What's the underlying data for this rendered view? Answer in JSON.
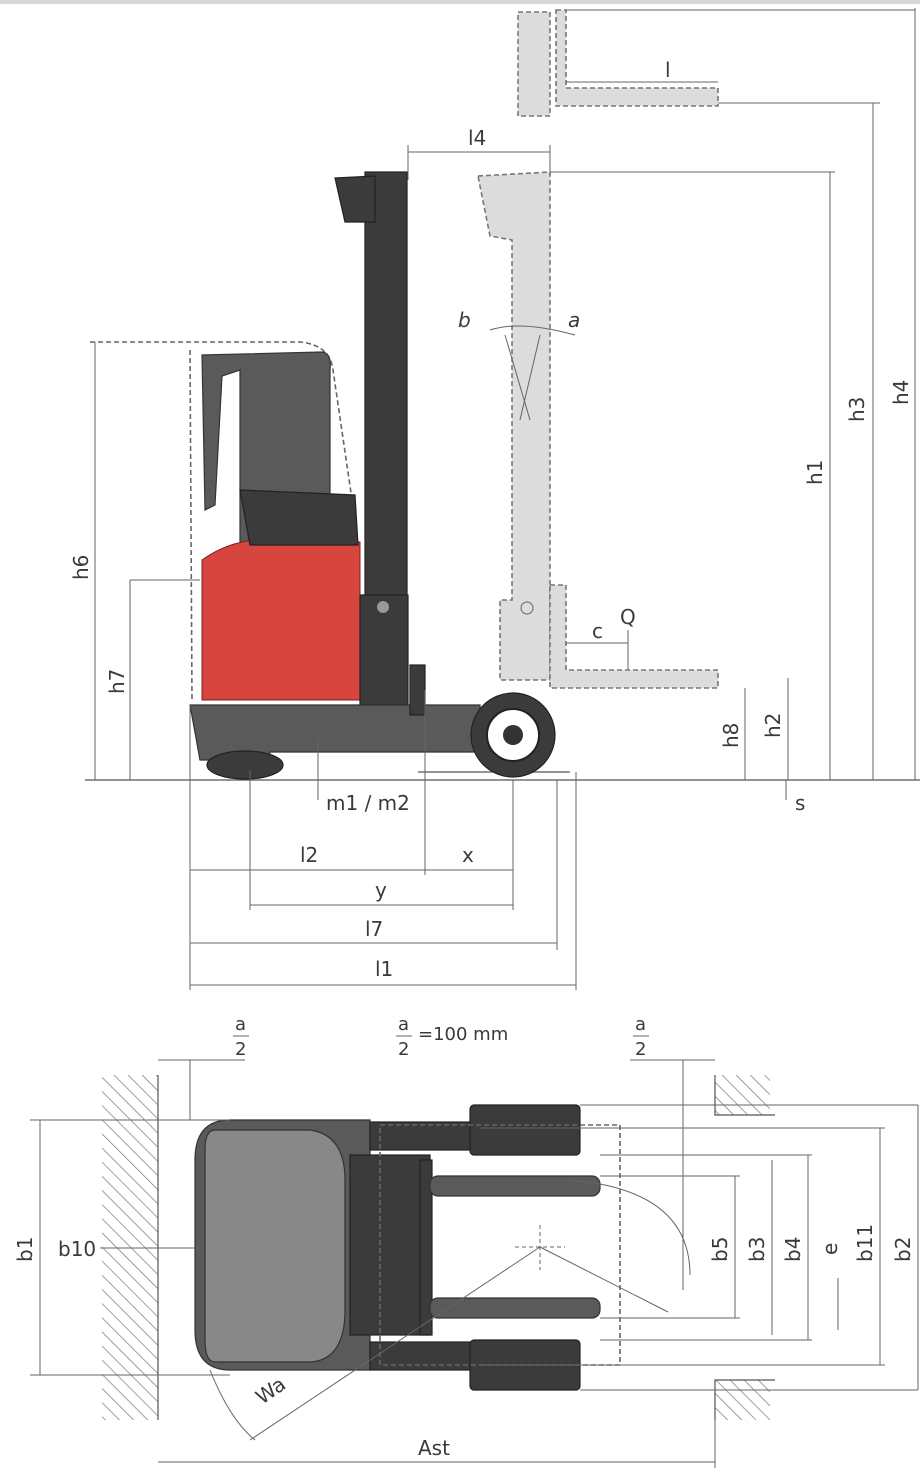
{
  "labels": {
    "l": "l",
    "l4": "l4",
    "b": "b",
    "a_angle": "a",
    "h6": "h6",
    "h7": "h7",
    "h1": "h1",
    "h3": "h3",
    "h4": "h4",
    "h8": "h8",
    "h2": "h2",
    "c": "c",
    "Q": "Q",
    "s": "s",
    "m1m2": "m1 / m2",
    "l2": "l2",
    "x": "x",
    "y": "y",
    "l7": "l7",
    "l1": "l1",
    "a_num": "a",
    "two": "2",
    "a_note": "=100  mm",
    "b1": "b1",
    "b10": "b10",
    "b5": "b5",
    "b3": "b3",
    "b4": "b4",
    "e": "e",
    "b11": "b11",
    "b2": "b2",
    "Wa": "Wa",
    "Ast": "Ast"
  },
  "colors": {
    "chassis_red": "#d6463f",
    "chassis_gray": "#5a5a5a",
    "ghost_gray": "#dcdcdc",
    "line": "#555555"
  }
}
